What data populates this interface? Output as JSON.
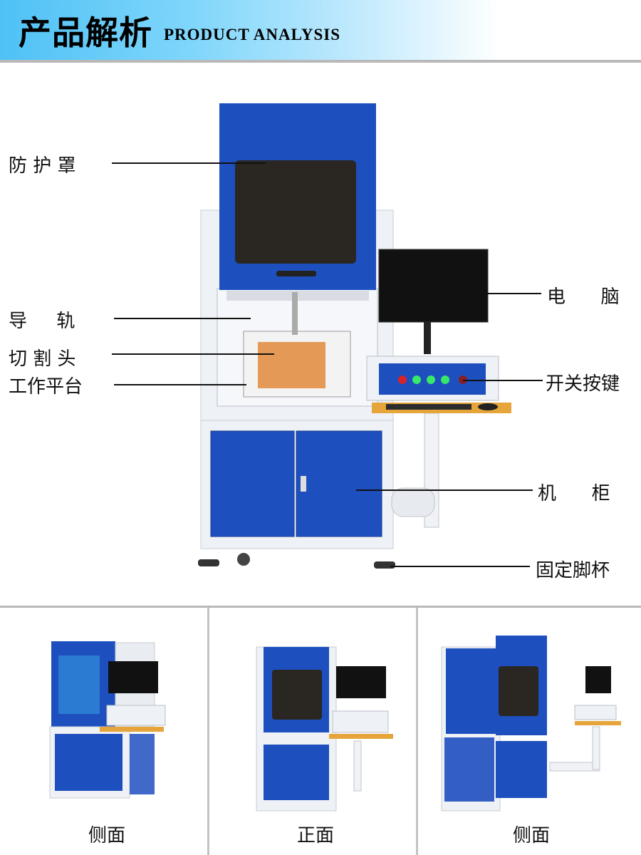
{
  "header": {
    "title_cn": "产品解析",
    "title_en": "PRODUCT ANALYSIS"
  },
  "labels": {
    "cover": "防 护 罩",
    "rail": "导     轨",
    "head": "切 割 头",
    "platform": "工作平台",
    "computer": "电      脑",
    "switch": "开关按键",
    "cabinet": "机      柜",
    "foot": "固定脚杯"
  },
  "captions": {
    "left": "侧面",
    "middle": "正面",
    "right": "侧面"
  },
  "colors": {
    "blue": "#1e4fbf",
    "dark_blue": "#163d9a",
    "frame": "#e9edf2",
    "green_led": "#37e86a",
    "red_button": "#d8232a"
  }
}
